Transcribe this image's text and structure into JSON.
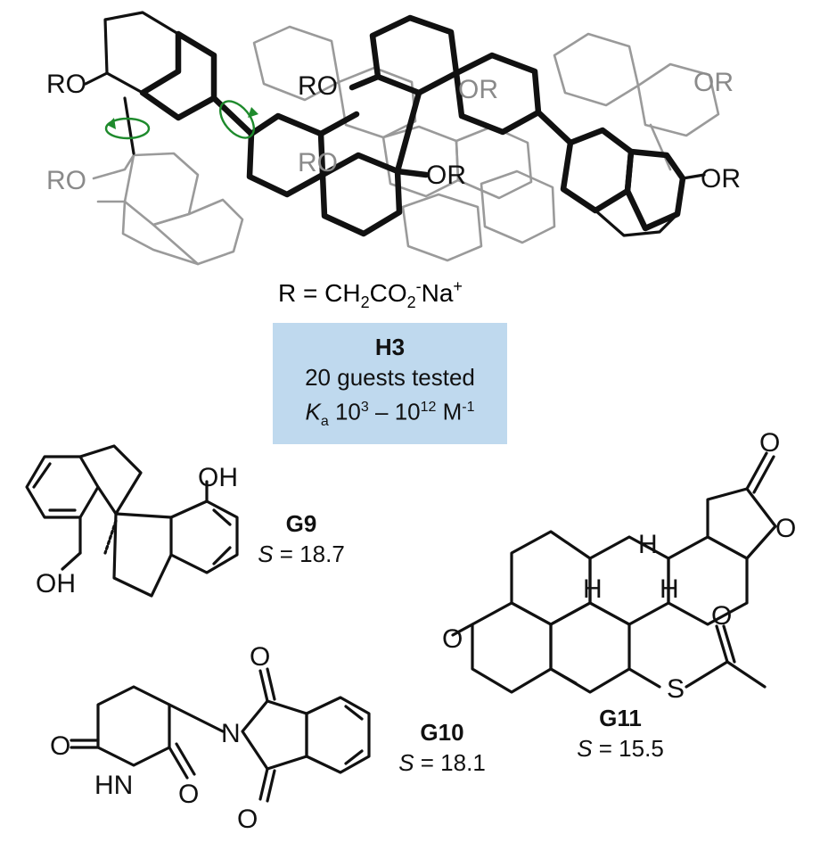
{
  "host": {
    "r_definition": {
      "prefix": "R = CH",
      "sub1": "2",
      "mid": "CO",
      "sub2": "2",
      "sup1": "-",
      "na": "Na",
      "sup2": "+"
    },
    "box": {
      "name": "H3",
      "guests": "20 guests tested",
      "ka": {
        "k": "K",
        "sub": "a",
        "base1": " 10",
        "exp1": "3",
        "dash": " – 10",
        "exp2": "12",
        "unit": " M",
        "exp3": "-1"
      }
    },
    "substituent_label": "RO",
    "substituent_label_right": "OR"
  },
  "guests": [
    {
      "id": "G9",
      "s_symbol": "S",
      "s_value": " = 18.7",
      "atoms": [
        "OH",
        "OH"
      ]
    },
    {
      "id": "G10",
      "s_symbol": "S",
      "s_value": " = 18.1",
      "atoms": [
        "O",
        "O",
        "O",
        "O",
        "HN",
        "N"
      ]
    },
    {
      "id": "G11",
      "s_symbol": "S",
      "s_value": " = 15.5",
      "atoms": [
        "O",
        "O",
        "O",
        "O",
        "S",
        "H",
        "H",
        "H"
      ]
    }
  ],
  "colors": {
    "box_fill": "#bfd9ee",
    "arrow": "#1e8a2c",
    "back_layer": "#9a9a9a",
    "ink": "#111111"
  }
}
